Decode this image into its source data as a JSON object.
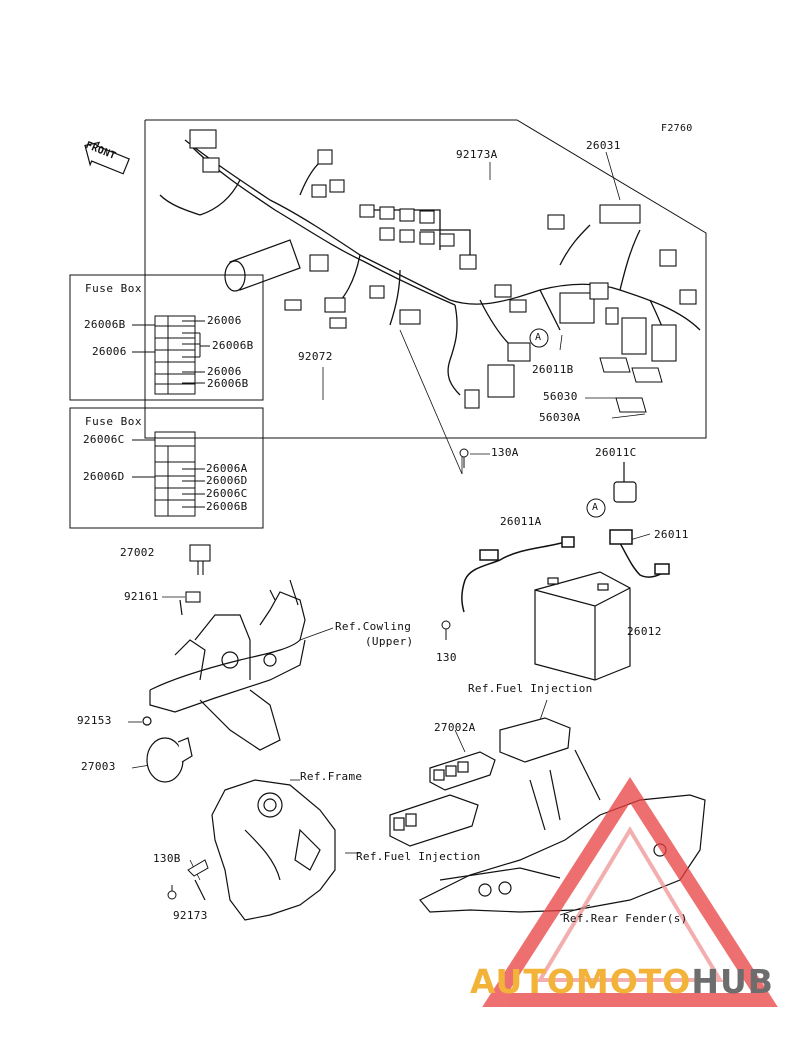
{
  "figure_code": "F2760",
  "front_label": "FRONT",
  "fuse_box_1": {
    "title": "Fuse Box",
    "left_labels": [
      "26006B",
      "26006"
    ],
    "right_labels": [
      "26006",
      "26006B",
      "26006",
      "26006B"
    ]
  },
  "fuse_box_2": {
    "title": "Fuse Box",
    "left_labels": [
      "26006C",
      "26006D"
    ],
    "right_labels": [
      "26006A",
      "26006D",
      "26006C",
      "26006B"
    ]
  },
  "parts": {
    "p92173A": "92173A",
    "p26031": "26031",
    "p92072": "92072",
    "p26011B": "26011B",
    "p56030": "56030",
    "p56030A": "56030A",
    "p130A": "130A",
    "p26011C": "26011C",
    "p26011A": "26011A",
    "p26011": "26011",
    "p27002": "27002",
    "p92161": "92161",
    "p26012": "26012",
    "p130": "130",
    "p92153": "92153",
    "p27003": "27003",
    "p27002A": "27002A",
    "p130B": "130B",
    "p92173": "92173"
  },
  "references": {
    "cowling_line1": "Ref.Cowling",
    "cowling_line2": "(Upper)",
    "fuel_injection_top": "Ref.Fuel Injection",
    "frame": "Ref.Frame",
    "fuel_injection_bottom": "Ref.Fuel Injection",
    "rear_fender": "Ref.Rear Fender(s)"
  },
  "markers": {
    "a1": "A",
    "a2": "A"
  },
  "watermark": {
    "part1": "AUTOMOTO",
    "part2": "HUB"
  },
  "colors": {
    "line": "#111111",
    "watermark_orange": "#f2b338",
    "watermark_gray": "#6d6d6d",
    "watermark_red": "#e84040"
  }
}
